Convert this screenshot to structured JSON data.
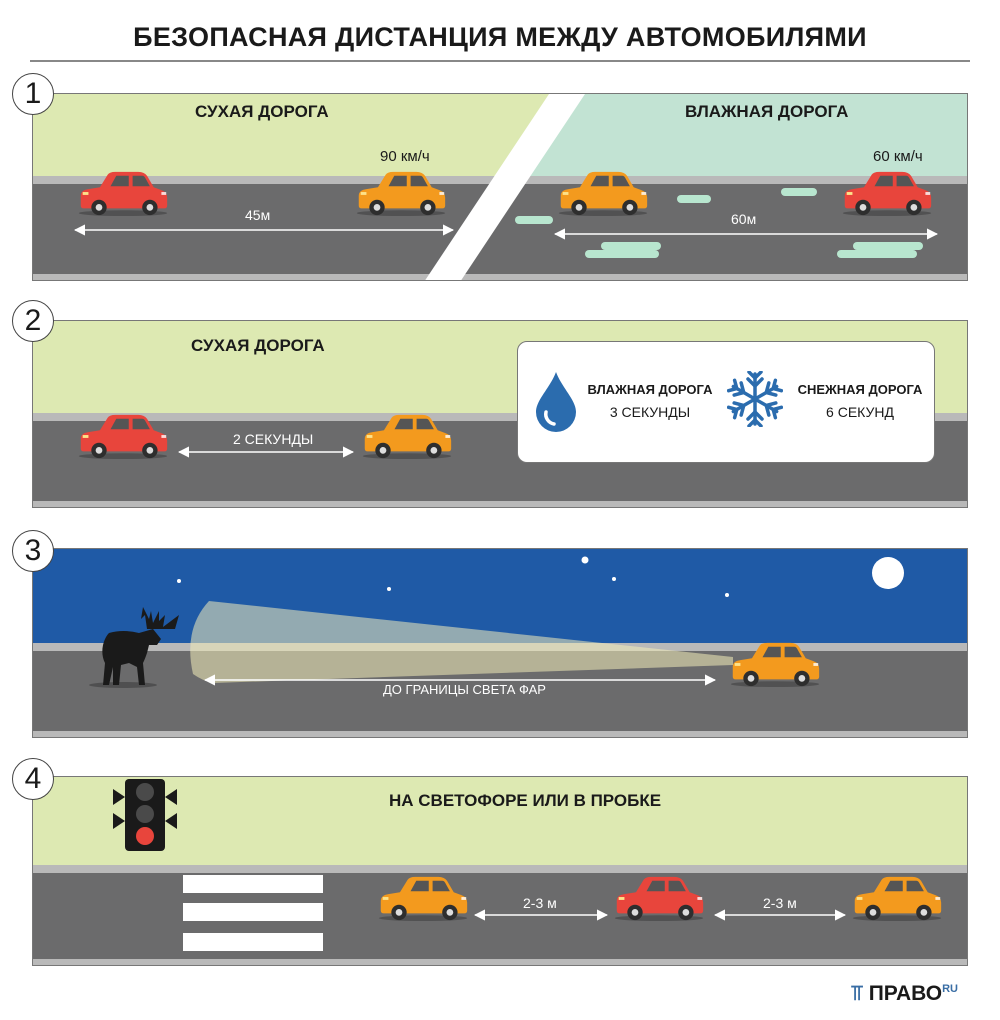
{
  "title": "БЕЗОПАСНАЯ ДИСТАНЦИЯ МЕЖДУ АВТОМОБИЛЯМИ",
  "colors": {
    "dry": "#dde9b2",
    "wet": "#c2e3d3",
    "asphalt": "#6b6b6c",
    "edge": "#b9b9b9",
    "night": "#1f5aa6",
    "orange": "#f39a1e",
    "red": "#e8453c",
    "puddle": "#b8e6cf"
  },
  "panel1": {
    "number": "1",
    "dry_label": "СУХАЯ ДОРОГА",
    "wet_label": "ВЛАЖНАЯ ДОРОГА",
    "dry_speed": "90 км/ч",
    "wet_speed": "60 км/ч",
    "dry_distance": "45м",
    "wet_distance": "60м"
  },
  "panel2": {
    "number": "2",
    "label": "СУХАЯ ДОРОГА",
    "distance": "2 СЕКУНДЫ",
    "wet_title": "ВЛАЖНАЯ ДОРОГА",
    "wet_time": "3 СЕКУНДЫ",
    "snow_title": "СНЕЖНАЯ ДОРОГА",
    "snow_time": "6 СЕКУНД",
    "icons": [
      "water-drop-icon",
      "snowflake-icon"
    ]
  },
  "panel3": {
    "number": "3",
    "distance": "ДО ГРАНИЦЫ СВЕТА ФАР",
    "icons": [
      "moose-icon",
      "moon-icon"
    ]
  },
  "panel4": {
    "number": "4",
    "label": "НА СВЕТОФОРЕ ИЛИ В ПРОБКЕ",
    "gap1": "2-3 м",
    "gap2": "2-3 м",
    "icons": [
      "traffic-light-icon"
    ]
  },
  "logo": {
    "main": "ПРАВО",
    "sup": "RU"
  }
}
